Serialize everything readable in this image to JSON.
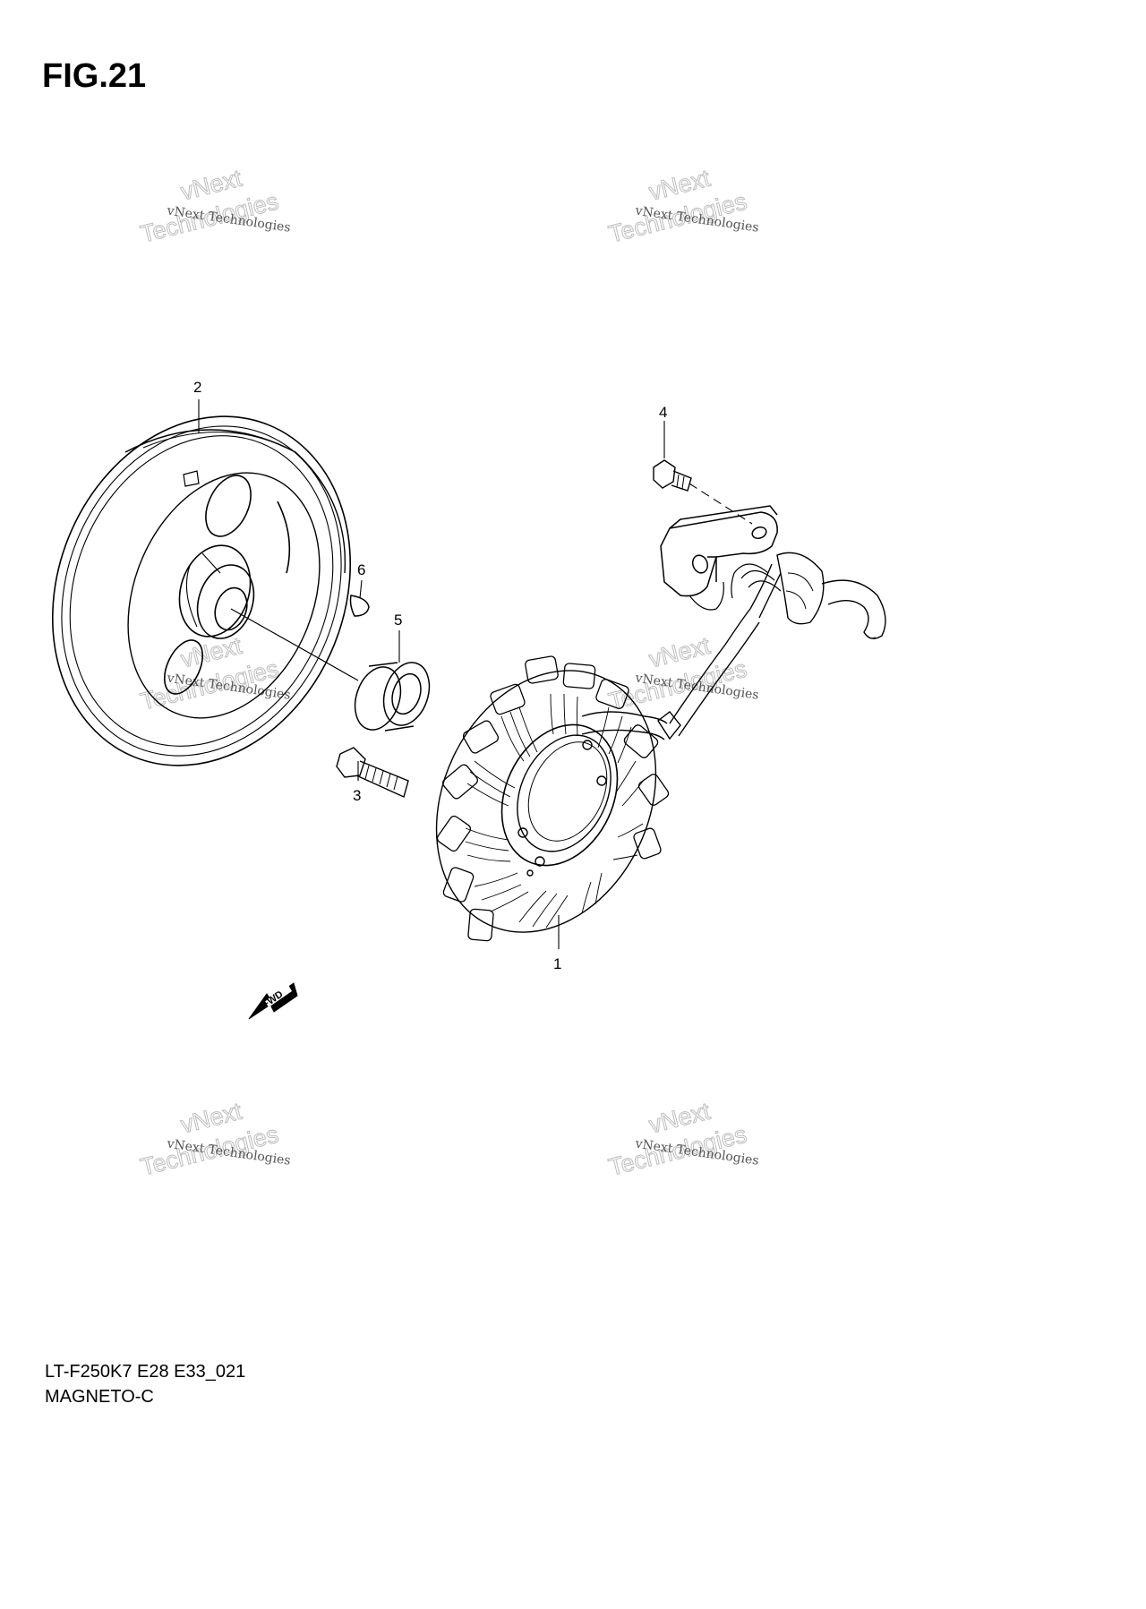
{
  "figure": {
    "title": "FIG.21",
    "code": "LT-F250K7 E28 E33_021",
    "name": "MAGNETO-C"
  },
  "callouts": [
    "1",
    "2",
    "3",
    "4",
    "5",
    "6"
  ],
  "fwd_label": "FWD",
  "watermark": {
    "line_small": "vNext Technologies",
    "line_big_top": "vNext",
    "line_big_bottom": "Technologies"
  }
}
